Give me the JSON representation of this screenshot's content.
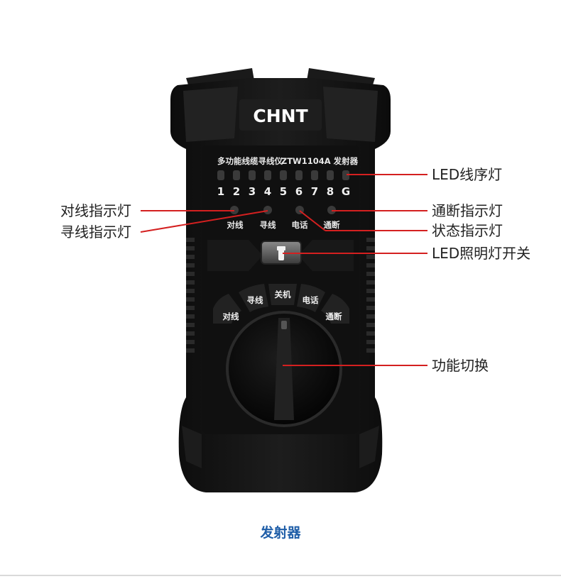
{
  "device": {
    "brand": "CHNT",
    "panel_title": "多功能线缆寻线仪",
    "model": "ZTW1104A 发射器",
    "led_numbers": [
      "1",
      "2",
      "3",
      "4",
      "5",
      "6",
      "7",
      "8",
      "G"
    ],
    "indicator_labels": [
      "对线",
      "寻线",
      "电话",
      "通断"
    ],
    "dial_modes": [
      "对线",
      "寻线",
      "关机",
      "电话",
      "通断"
    ]
  },
  "callouts": {
    "led_sequence": "LED线序灯",
    "pair_indicator": "对线指示灯",
    "trace_indicator": "寻线指示灯",
    "continuity_indicator": "通断指示灯",
    "status_indicator": "状态指示灯",
    "led_light_switch": "LED照明灯开关",
    "function_switch": "功能切换"
  },
  "caption": "发射器",
  "colors": {
    "callout_line": "#d42020",
    "caption": "#1f5ea8",
    "body": "#161616"
  }
}
